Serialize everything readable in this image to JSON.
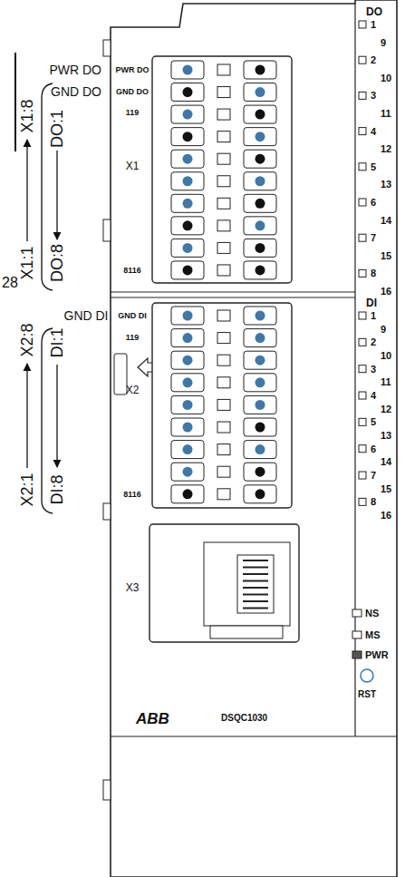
{
  "diagram": {
    "labels": [
      "PWR DO",
      "GND DO",
      "X1:1",
      "X1:8",
      "DO:1",
      "DO:8",
      "28",
      "GND DI",
      "X2:1",
      "X2:8",
      "DI:1",
      "DI:8",
      "PWR DO",
      "GND DO",
      "119",
      "X1",
      "8116",
      "DO",
      "1",
      "9",
      "2",
      "10",
      "3",
      "11",
      "4",
      "12",
      "5",
      "13",
      "6",
      "14",
      "7",
      "15",
      "8",
      "16",
      "GND DI",
      "119",
      "X2",
      "8116",
      "DI",
      "1",
      "9",
      "2",
      "10",
      "3",
      "11",
      "4",
      "12",
      "5",
      "13",
      "6",
      "14",
      "7",
      "15",
      "8",
      "16",
      "X3",
      "NS",
      "MS",
      "PWR",
      "RST",
      "ABB",
      "DSQC1030"
    ]
  }
}
